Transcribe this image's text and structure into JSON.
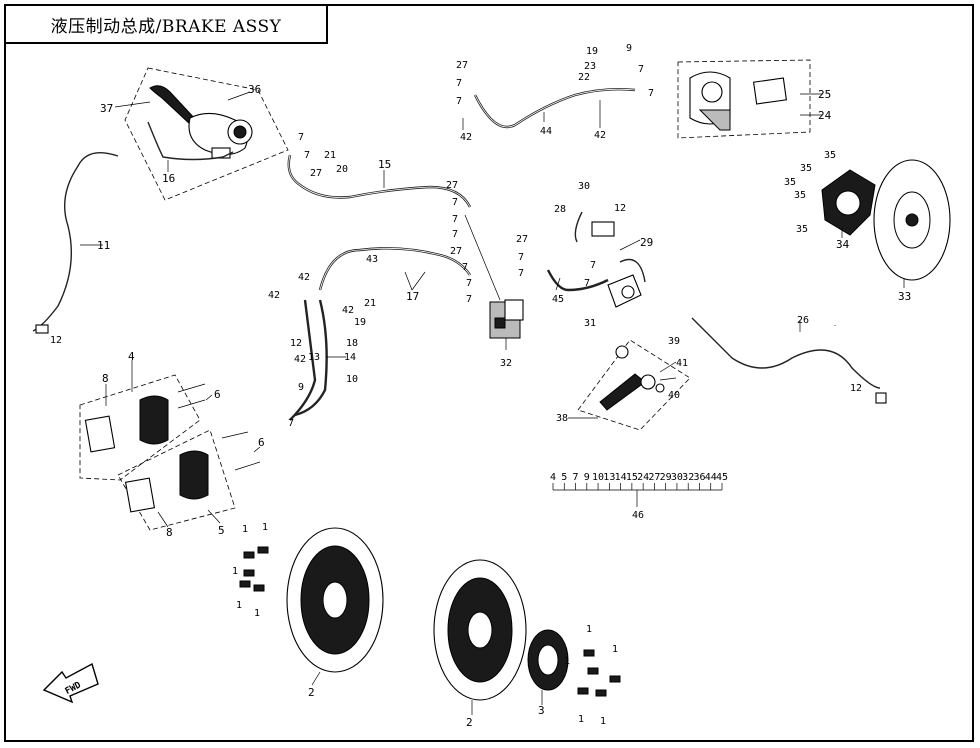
{
  "title": "液压制动总成/BRAKE ASSY",
  "fwd_label": "FWD",
  "callouts": {
    "c1": "1",
    "c2": "2",
    "c3": "3",
    "c4": "4",
    "c5": "5",
    "c6": "6",
    "c7": "7",
    "c8": "8",
    "c9": "9",
    "c10": "10",
    "c11": "11",
    "c12": "12",
    "c13": "13",
    "c14": "14",
    "c15": "15",
    "c16": "16",
    "c17": "17",
    "c18": "18",
    "c19": "19",
    "c20": "20",
    "c21": "21",
    "c22": "22",
    "c23": "23",
    "c24": "24",
    "c25": "25",
    "c26": "26",
    "c27": "27",
    "c28": "28",
    "c29": "29",
    "c30": "30",
    "c31": "31",
    "c32": "32",
    "c33": "33",
    "c34": "34",
    "c35": "35",
    "c36": "36",
    "c37": "37",
    "c38": "38",
    "c39": "39",
    "c40": "40",
    "c41": "41",
    "c42": "42",
    "c43": "43",
    "c44": "44",
    "c45": "45",
    "c46": "46"
  },
  "kit_46_members": [
    "4",
    "5",
    "7",
    "9",
    "10",
    "13",
    "14",
    "15",
    "24",
    "27",
    "29",
    "30",
    "32",
    "36",
    "44",
    "45"
  ]
}
